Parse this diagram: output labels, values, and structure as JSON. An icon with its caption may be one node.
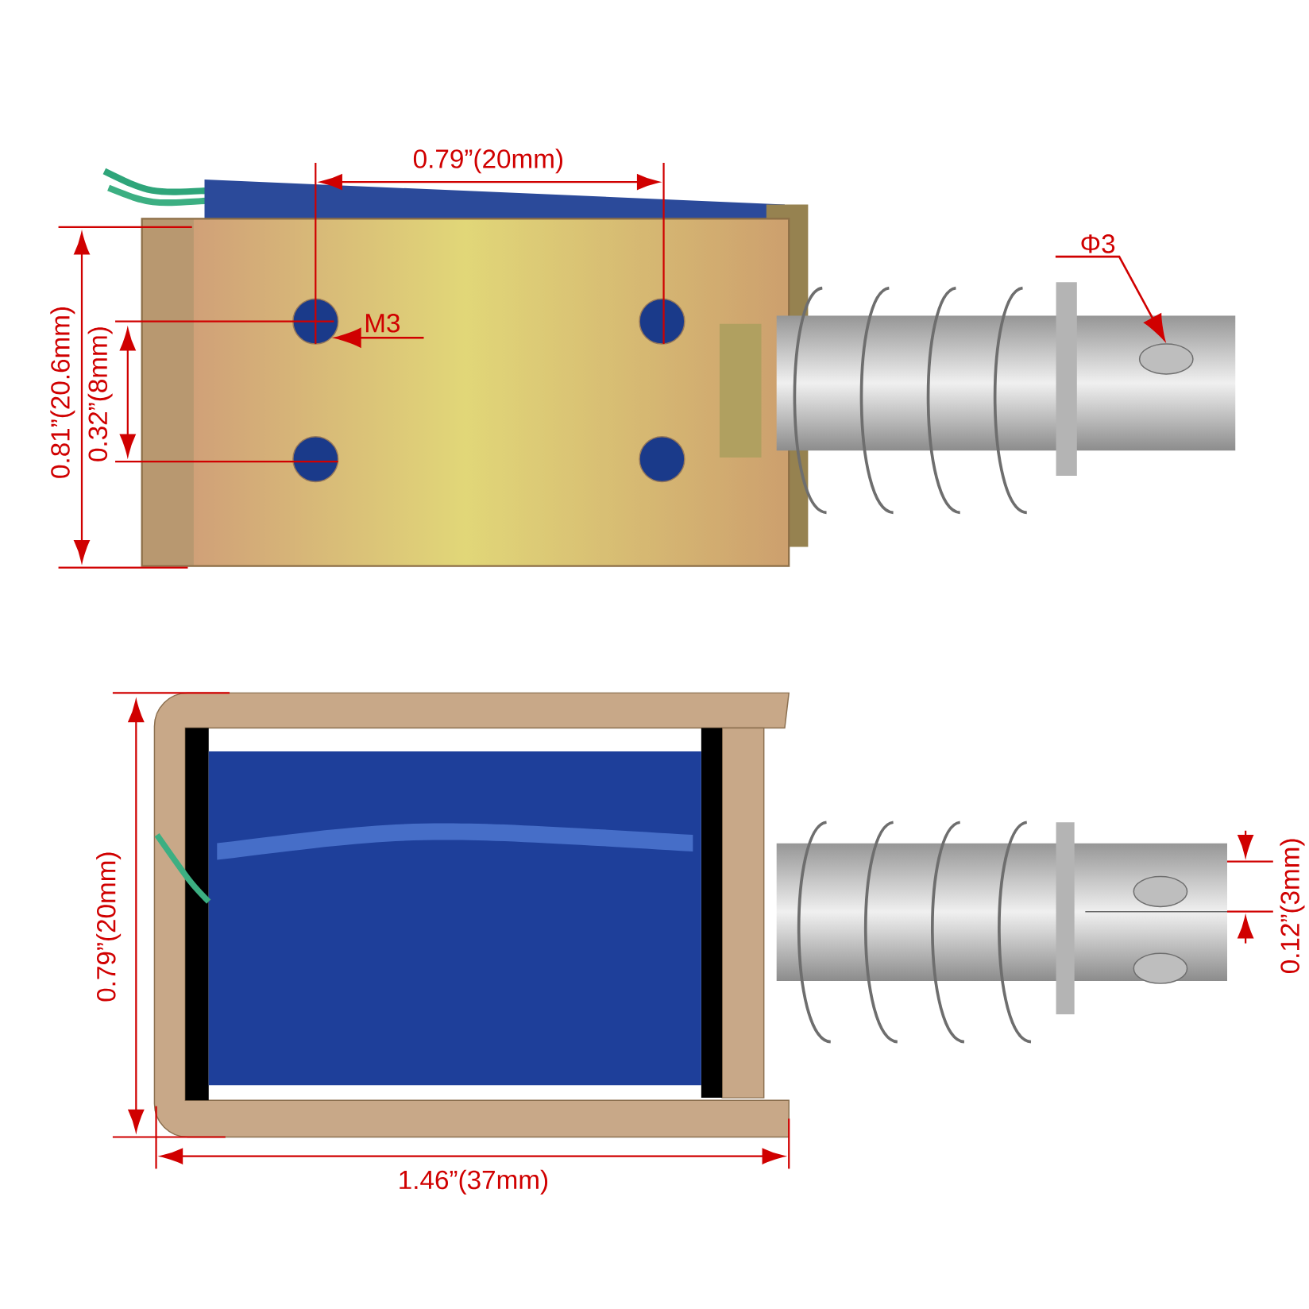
{
  "diagram": {
    "nodes": [
      {
        "text": [
          "M3"
        ]
      },
      {
        "text": [],
        "shape": "circle"
      },
      {
        "text": [
          "Φ3"
        ]
      },
      {
        "text": [],
        "shape": "circle"
      }
    ],
    "edges": [
      {
        "from": 0,
        "to": 1,
        "arrow": "to"
      },
      {
        "from": 2,
        "to": 3,
        "arrow": "to"
      }
    ],
    "labels": [
      "0.79”(20mm)",
      "0.81”(20.6mm)",
      "0.32”(8mm)",
      "0.79”(20mm)",
      "0.12”(3mm)",
      "1.46”(37mm)"
    ]
  }
}
